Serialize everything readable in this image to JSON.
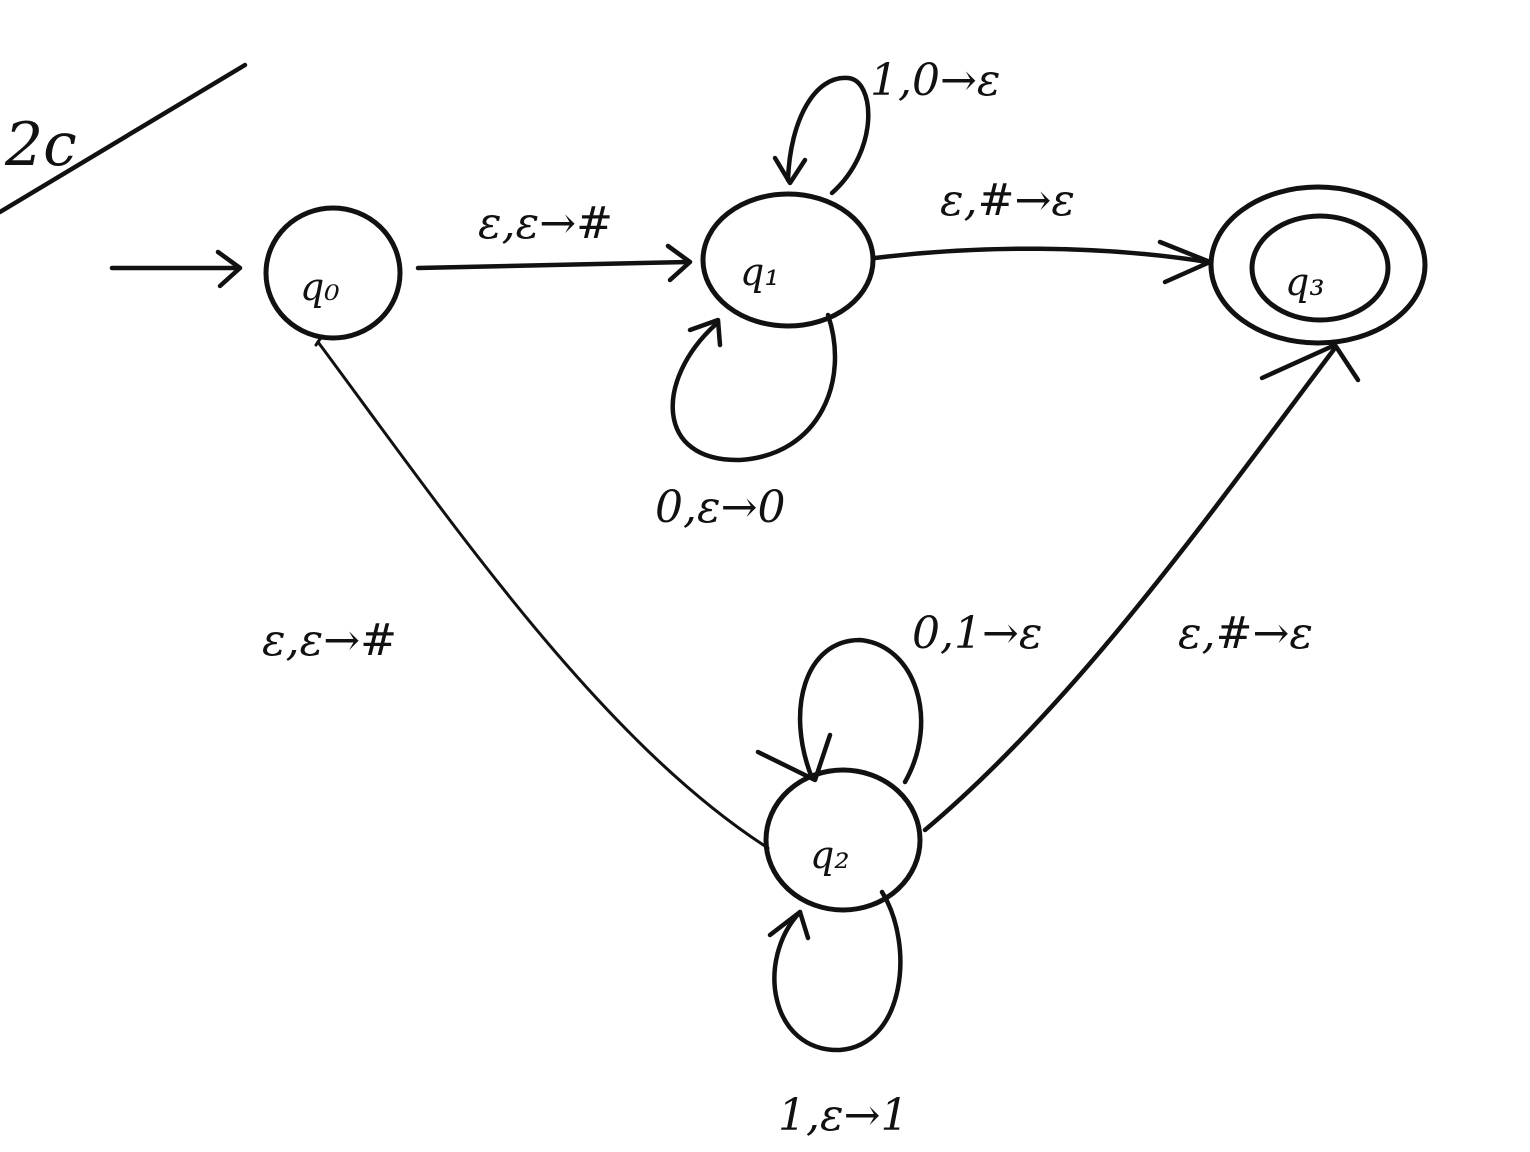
{
  "corner_label": "2c",
  "states": {
    "q0": {
      "label": "q₀"
    },
    "q1": {
      "label": "q₁"
    },
    "q2": {
      "label": "q₂"
    },
    "q3": {
      "label": "q₃"
    }
  },
  "transitions": {
    "q0_q1": "ε,ε→#",
    "q1_self_top": "1,0→ε",
    "q1_self_bottom": "0,ε→0",
    "q1_q3": "ε,#→ε",
    "q0_q2": "ε,ε→#",
    "q2_self_top": "0,1→ε",
    "q2_q3": "ε,#→ε",
    "q2_self_bottom": "1,ε→1"
  }
}
